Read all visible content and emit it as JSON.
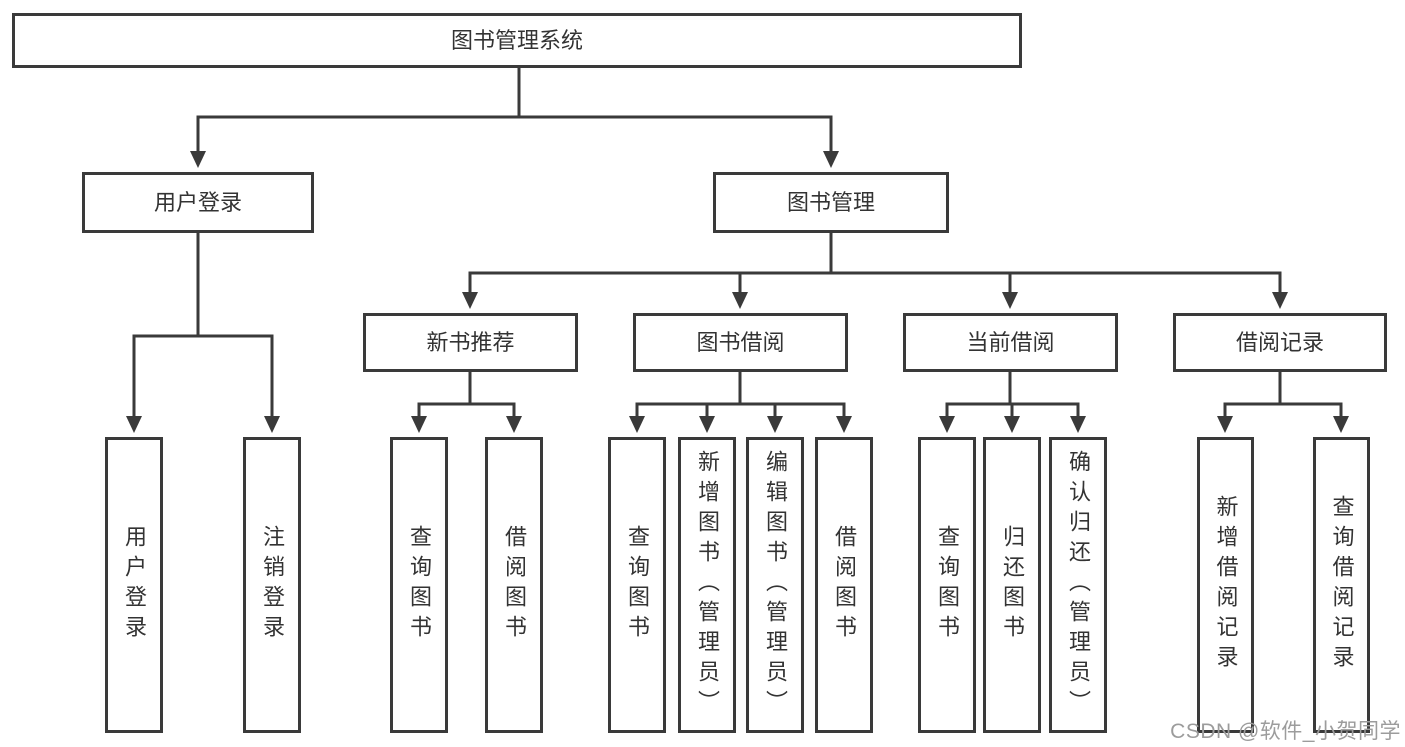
{
  "diagram": {
    "root": {
      "label": "图书管理系统"
    },
    "branches": [
      {
        "label": "用户登录",
        "children": [
          {
            "label": "用户登录"
          },
          {
            "label": "注销登录"
          }
        ]
      },
      {
        "label": "图书管理",
        "children": [
          {
            "label": "新书推荐",
            "children": [
              {
                "label": "查询图书"
              },
              {
                "label": "借阅图书"
              }
            ]
          },
          {
            "label": "图书借阅",
            "children": [
              {
                "label": "查询图书"
              },
              {
                "label": "新增图书（管理员）"
              },
              {
                "label": "编辑图书（管理员）"
              },
              {
                "label": "借阅图书"
              }
            ]
          },
          {
            "label": "当前借阅",
            "children": [
              {
                "label": "查询图书"
              },
              {
                "label": "归还图书"
              },
              {
                "label": "确认归还（管理员）"
              }
            ]
          },
          {
            "label": "借阅记录",
            "children": [
              {
                "label": "新增借阅记录"
              },
              {
                "label": "查询借阅记录"
              }
            ]
          }
        ]
      }
    ]
  },
  "watermark": "CSDN @软件_小贺同学",
  "colors": {
    "line": "#3a3a3a",
    "background": "#ffffff",
    "box_fill": "#ffffff",
    "text": "#333333",
    "watermark": "#9c9c9c"
  }
}
